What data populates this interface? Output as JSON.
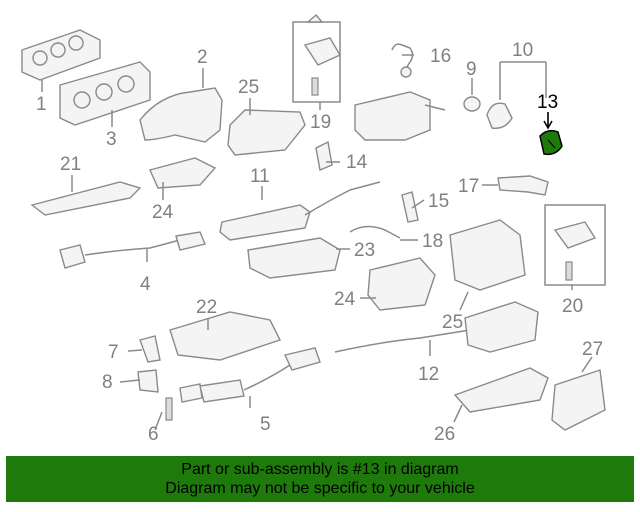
{
  "diagram": {
    "callouts": [
      {
        "id": "1",
        "label": "1"
      },
      {
        "id": "2",
        "label": "2"
      },
      {
        "id": "3",
        "label": "3"
      },
      {
        "id": "4",
        "label": "4"
      },
      {
        "id": "5",
        "label": "5"
      },
      {
        "id": "6",
        "label": "6"
      },
      {
        "id": "7",
        "label": "7"
      },
      {
        "id": "8",
        "label": "8"
      },
      {
        "id": "9",
        "label": "9"
      },
      {
        "id": "10",
        "label": "10"
      },
      {
        "id": "11",
        "label": "11"
      },
      {
        "id": "12",
        "label": "12"
      },
      {
        "id": "13",
        "label": "13"
      },
      {
        "id": "14",
        "label": "14"
      },
      {
        "id": "15",
        "label": "15"
      },
      {
        "id": "16",
        "label": "16"
      },
      {
        "id": "17",
        "label": "17"
      },
      {
        "id": "18",
        "label": "18"
      },
      {
        "id": "19",
        "label": "19"
      },
      {
        "id": "20",
        "label": "20"
      },
      {
        "id": "21",
        "label": "21"
      },
      {
        "id": "22",
        "label": "22"
      },
      {
        "id": "23",
        "label": "23"
      },
      {
        "id": "24a",
        "label": "24"
      },
      {
        "id": "24b",
        "label": "24"
      },
      {
        "id": "25a",
        "label": "25"
      },
      {
        "id": "25b",
        "label": "25"
      },
      {
        "id": "26",
        "label": "26"
      },
      {
        "id": "27",
        "label": "27"
      }
    ],
    "highlighted_part": "13",
    "highlight_color": "#1f7a0c"
  },
  "banner": {
    "line1": "Part or sub-assembly is #13 in diagram",
    "line2": "Diagram may not be specific to your vehicle",
    "background": "#1f7a0c"
  }
}
